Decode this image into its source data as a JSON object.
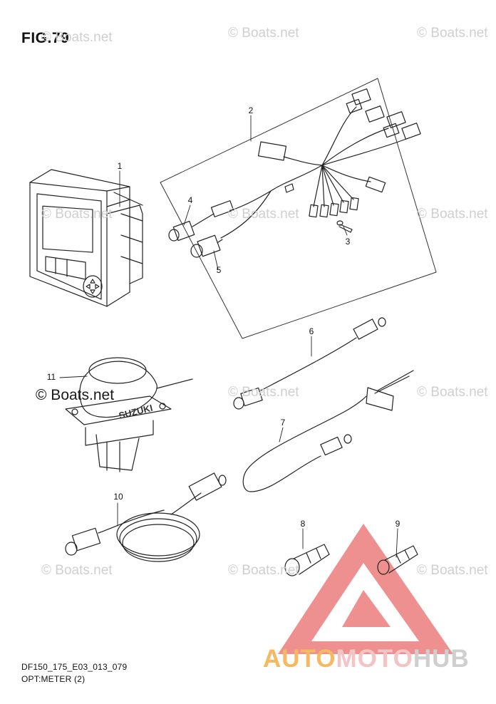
{
  "figure": {
    "title": "FIG.79",
    "code": "DF150_175_E03_013_079",
    "subtitle": "OPT:METER (2)"
  },
  "watermarks": {
    "light_text": "© Boats.net",
    "dark_text": "© Boats.net"
  },
  "brand": {
    "part1": "AUTO",
    "part2": "MOTO",
    "part3": "HUB",
    "logo_icon": "triangle-logo-icon",
    "colors": {
      "auto": "#f5b961",
      "moto": "#f3c4c4",
      "hub": "#cfcfcf",
      "triangle": "#e85a5a"
    }
  },
  "callouts": [
    "1",
    "2",
    "3",
    "4",
    "5",
    "6",
    "7",
    "8",
    "9",
    "10",
    "11"
  ],
  "parts": {
    "1": {
      "icon": "meter-display-icon"
    },
    "2": {
      "icon": "wire-harness-icon"
    },
    "3": {
      "icon": "screw-icon"
    },
    "4": {
      "icon": "connector-icon"
    },
    "5": {
      "icon": "connector-icon"
    },
    "6": {
      "icon": "cable-icon"
    },
    "7": {
      "icon": "cable-with-module-icon"
    },
    "8": {
      "icon": "terminator-cap-icon"
    },
    "9": {
      "icon": "terminator-icon"
    },
    "10": {
      "icon": "coiled-cable-icon"
    },
    "11": {
      "icon": "gps-antenna-icon"
    }
  },
  "antenna_label": "SUZUKI"
}
